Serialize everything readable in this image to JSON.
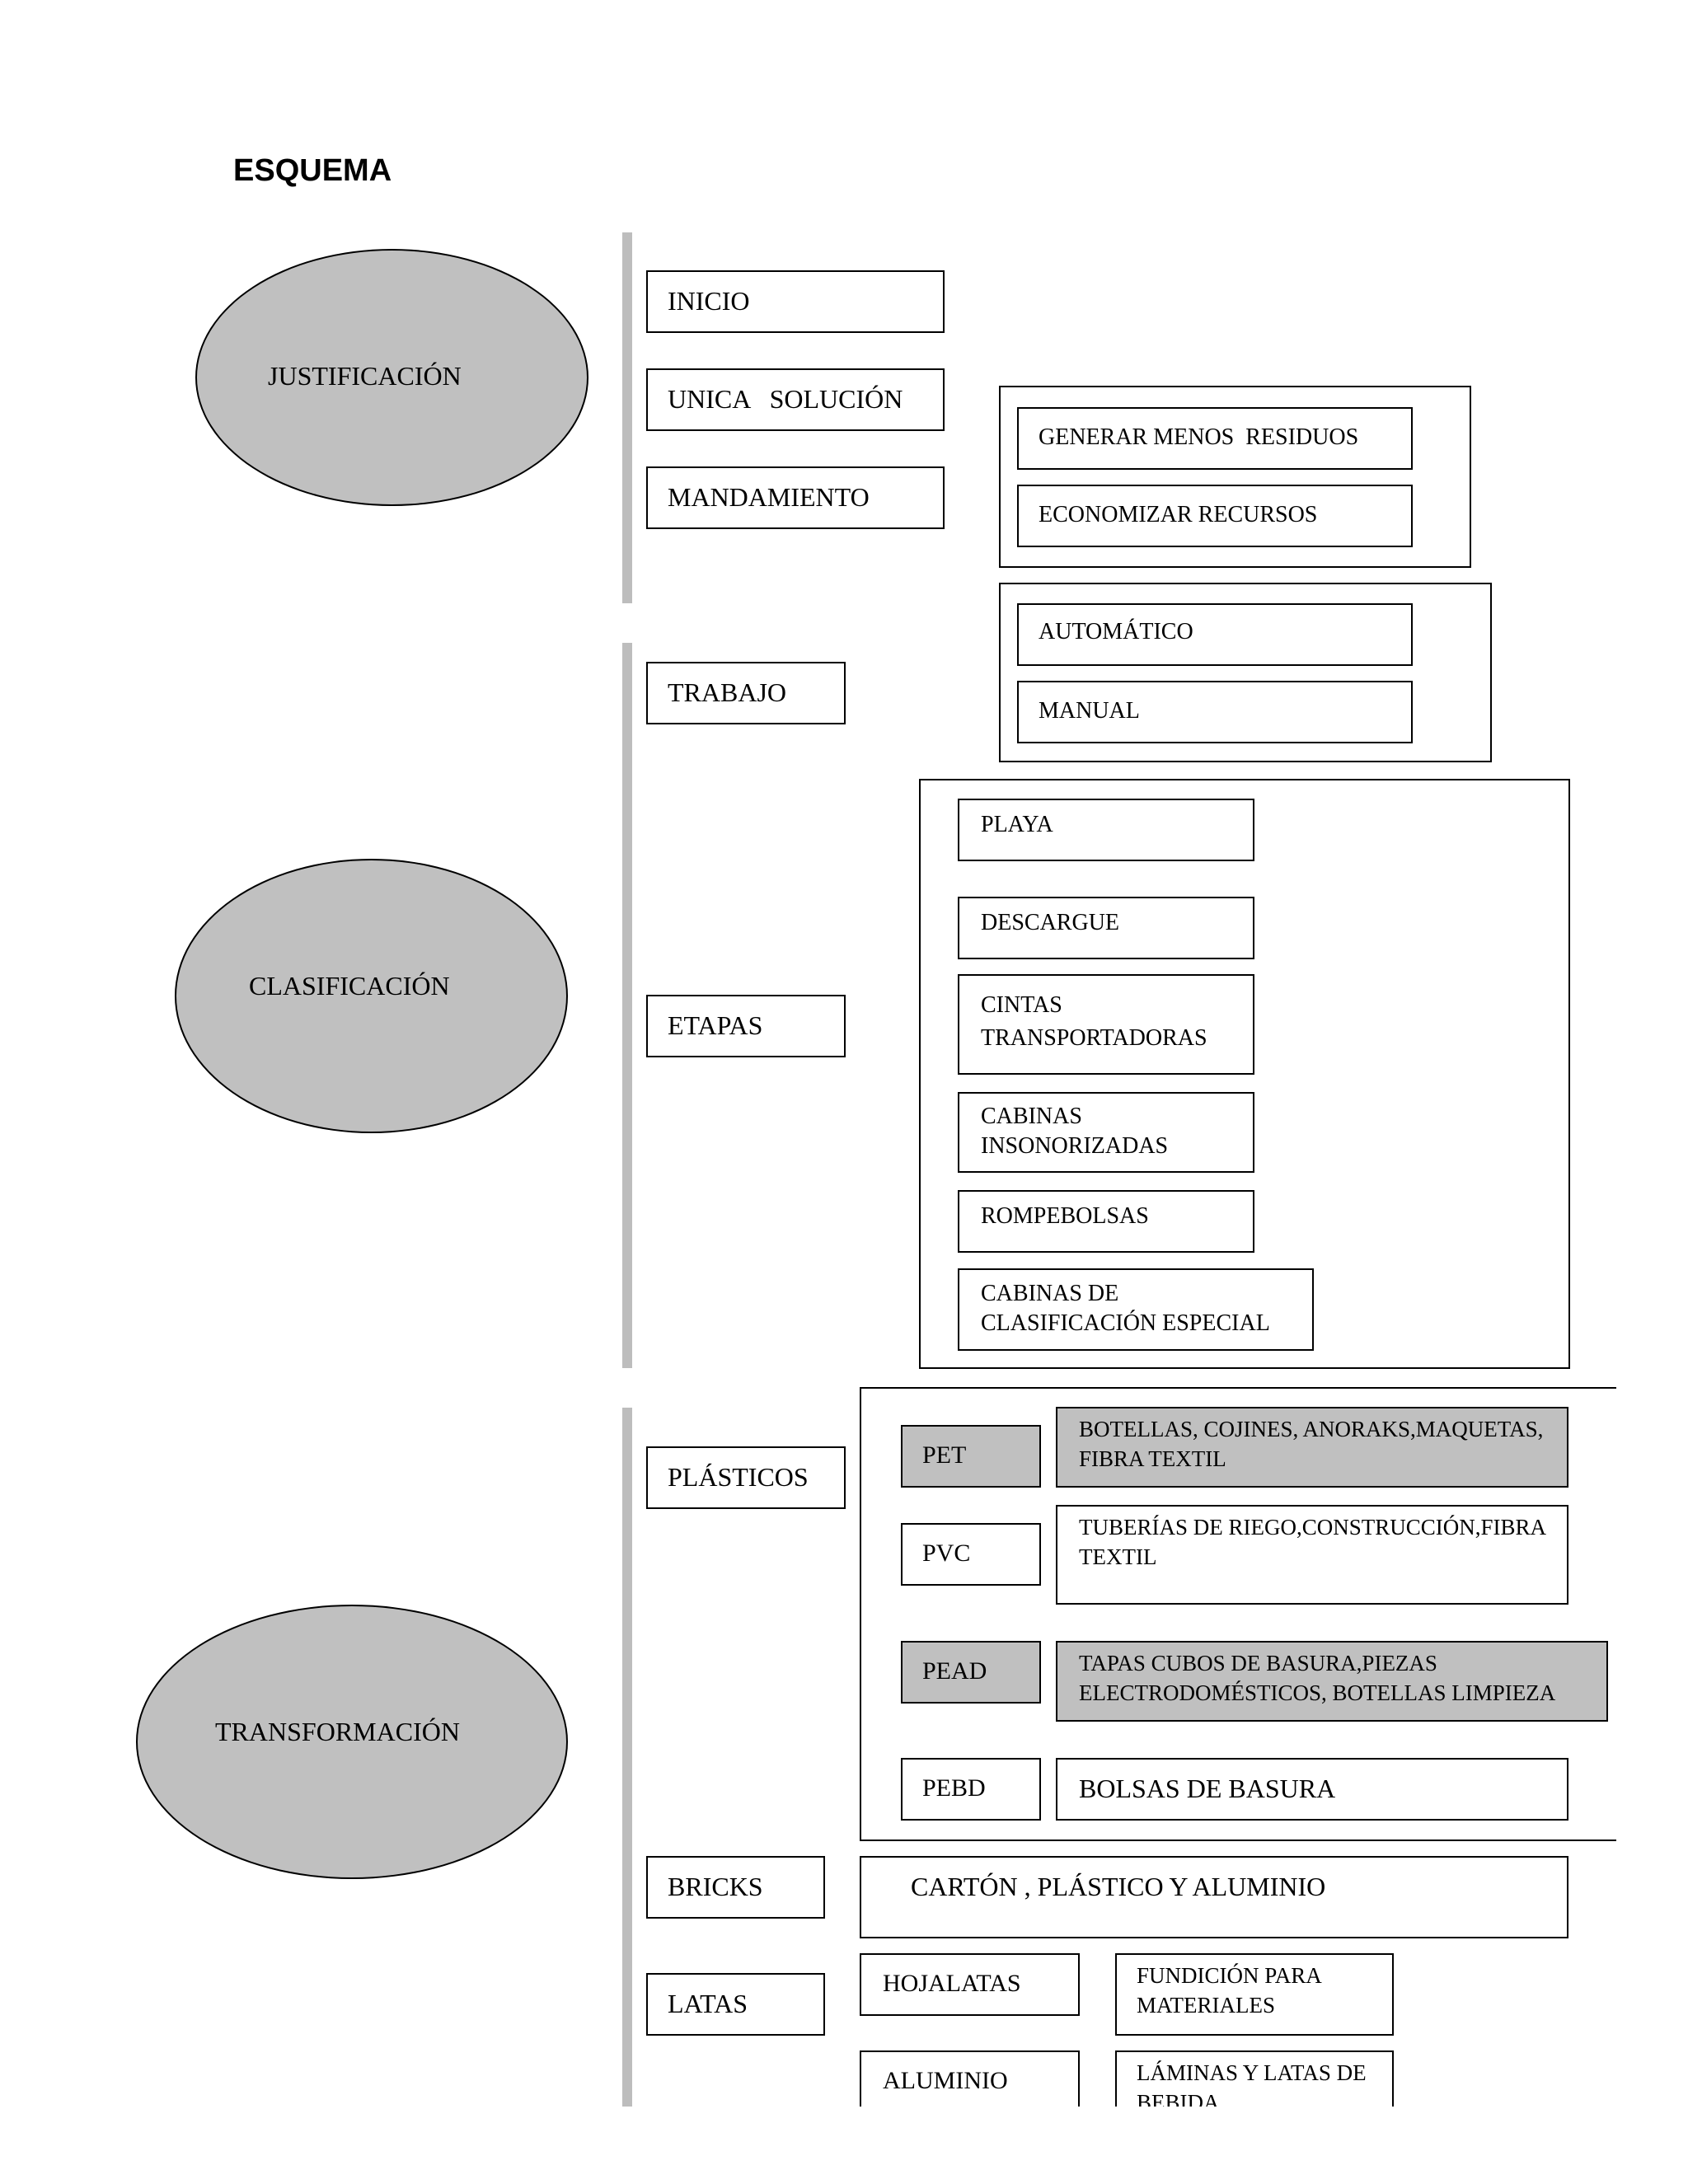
{
  "title": "ESQUEMA",
  "colors": {
    "node_fill": "#c0c0c0",
    "divider": "#bdbdbd",
    "stroke": "#000000"
  },
  "sections": {
    "justificacion": {
      "label": "JUSTIFICACIÓN",
      "items": {
        "inicio": "INICIO",
        "unica_solucion": "UNICA   SOLUCIÓN",
        "mandamiento": "MANDAMIENTO"
      },
      "mandamiento_details": [
        "GENERAR MENOS  RESIDUOS",
        "ECONOMIZAR RECURSOS"
      ]
    },
    "clasificacion": {
      "label": "CLASIFICACIÓN",
      "items": {
        "trabajo": "TRABAJO",
        "etapas": "ETAPAS"
      },
      "trabajo_types": [
        "AUTOMÁTICO",
        "MANUAL"
      ],
      "etapas_steps": [
        "PLAYA",
        "DESCARGUE",
        "CINTAS\nTRANSPORTADORAS",
        "CABINAS\nINSONORIZADAS",
        "ROMPEBOLSAS",
        "CABINAS DE\nCLASIFICACIÓN ESPECIAL"
      ]
    },
    "transformacion": {
      "label": "TRANSFORMACIÓN",
      "items": {
        "plasticos": "PLÁSTICOS",
        "bricks": "BRICKS",
        "latas": "LATAS"
      },
      "plasticos_types": [
        {
          "code": "PET",
          "uses": "BOTELLAS, COJINES, ANORAKS,MAQUETAS,\nFIBRA TEXTIL"
        },
        {
          "code": "PVC",
          "uses": "TUBERÍAS DE RIEGO,CONSTRUCCIÓN,FIBRA\nTEXTIL"
        },
        {
          "code": "PEAD",
          "uses": "TAPAS CUBOS DE BASURA,PIEZAS\nELECTRODOMÉSTICOS, BOTELLAS LIMPIEZA"
        },
        {
          "code": "PEBD",
          "uses": "BOLSAS DE BASURA"
        }
      ],
      "bricks_detail": "CARTÓN , PLÁSTICO Y ALUMINIO",
      "latas_types": [
        {
          "name": "HOJALATAS",
          "use": "FUNDICIÓN PARA\nMATERIALES"
        },
        {
          "name": "ALUMINIO",
          "use": "LÁMINAS Y LATAS DE\nBEBIDA"
        }
      ]
    }
  }
}
